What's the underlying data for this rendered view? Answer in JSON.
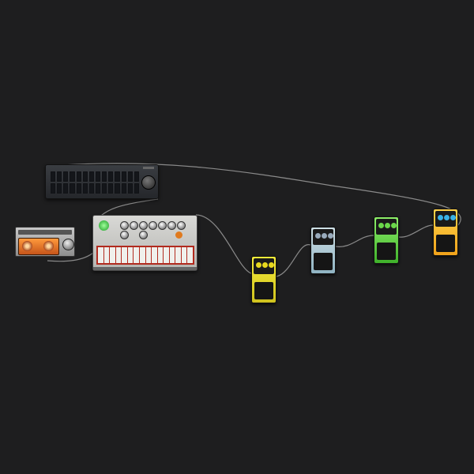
{
  "canvas": {
    "background": "#1e1e1f"
  },
  "devices": [
    {
      "id": "mixer",
      "icon": "mixer-icon",
      "kind": "mixer"
    },
    {
      "id": "tape",
      "icon": "tape-delay-icon",
      "kind": "tape-delay"
    },
    {
      "id": "synth",
      "icon": "bass-synth-icon",
      "kind": "bass-synth"
    },
    {
      "id": "pedal1",
      "icon": "yellow-pedal-icon",
      "kind": "effect-pedal",
      "color": "#f6ec3a"
    },
    {
      "id": "pedal2",
      "icon": "blue-pedal-icon",
      "kind": "effect-pedal",
      "color": "#a9c8d5"
    },
    {
      "id": "pedal3",
      "icon": "green-pedal-icon",
      "kind": "effect-pedal",
      "color": "#7ee35a"
    },
    {
      "id": "pedal4",
      "icon": "orange-pedal-icon",
      "kind": "effect-pedal",
      "color": "#ffc531"
    }
  ],
  "cable_color": "#8a8a8a"
}
